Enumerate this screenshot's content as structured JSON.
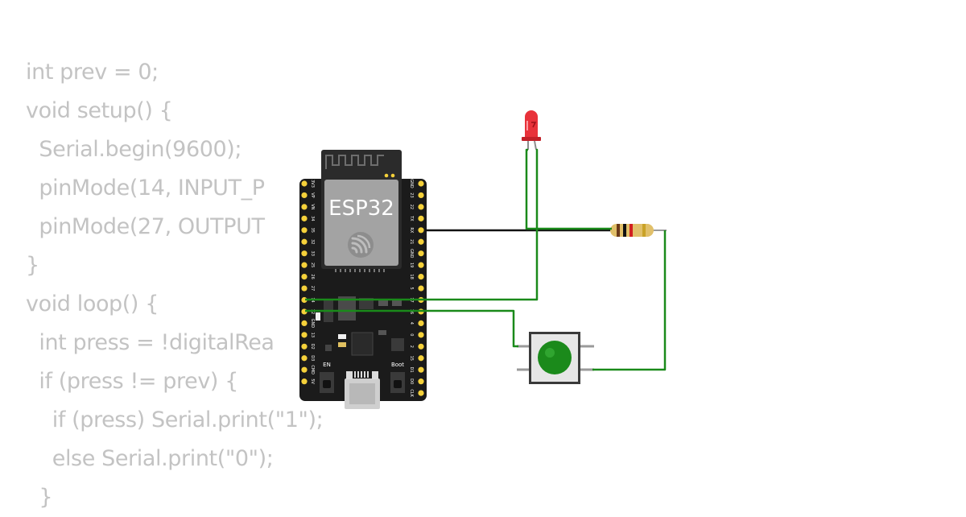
{
  "code_lines": [
    "int prev = 0;",
    "void setup() {",
    "  Serial.begin(9600);",
    "  pinMode(14, INPUT_P",
    "  pinMode(27, OUTPUT",
    "}",
    "void loop() {",
    "  int press = !digitalRea",
    "  if (press != prev) {",
    "    if (press) Serial.print(\"1\");",
    "    else Serial.print(\"0\");",
    "  }"
  ],
  "board": {
    "chip_label": "ESP32",
    "en_label": "EN",
    "boot_label": "Boot",
    "left_pins": [
      "3V3",
      "VP",
      "VN",
      "34",
      "35",
      "32",
      "33",
      "25",
      "26",
      "27",
      "14",
      "12",
      "GND",
      "13",
      "D2",
      "D3",
      "CMD",
      "5V"
    ],
    "right_pins": [
      "GND",
      "23",
      "22",
      "TX",
      "RX",
      "21",
      "GND",
      "19",
      "18",
      "5",
      "17",
      "16",
      "4",
      "0",
      "2",
      "15",
      "D1",
      "D0",
      "CLK"
    ]
  },
  "colors": {
    "wire_green": "#1a8a1a",
    "wire_black": "#111111",
    "led_red": "#e8323a",
    "button_green": "#1b8a1b",
    "board_black": "#1b1b1b",
    "pin_gold": "#f5d13a",
    "code_gray": "#c3c3c3"
  }
}
